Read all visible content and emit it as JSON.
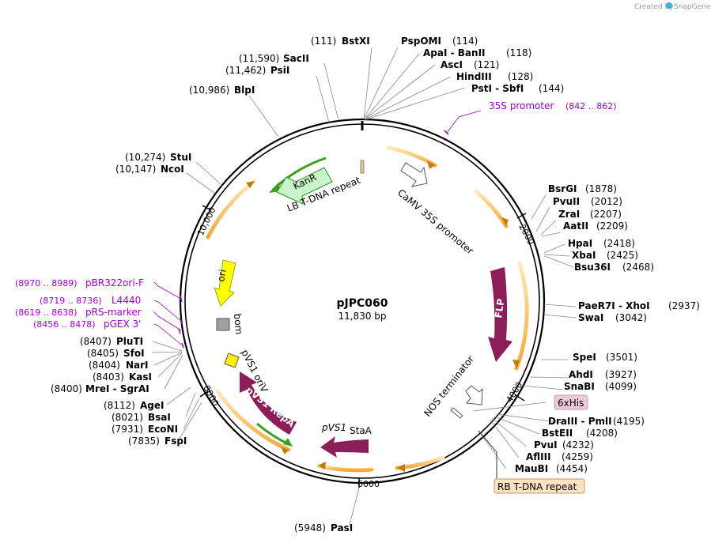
{
  "credit": "Created by",
  "brand": "SnapGene",
  "plasmid": {
    "name": "pJPC060",
    "size": "11,830 bp"
  },
  "ticks": [
    "2000",
    "4000",
    "6000",
    "8000",
    "10,000"
  ],
  "sites": [
    {
      "name": "BstXI",
      "pos": "(111)"
    },
    {
      "name": "PspOMI",
      "pos": "(114)"
    },
    {
      "name": "ApaI - BanII",
      "pos": "(118)"
    },
    {
      "name": "AscI",
      "pos": "(121)"
    },
    {
      "name": "HindIII",
      "pos": "(128)"
    },
    {
      "name": "PstI - SbfI",
      "pos": "(144)"
    },
    {
      "name": "SacII",
      "pos": "(11,590)"
    },
    {
      "name": "PsiI",
      "pos": "(11,462)"
    },
    {
      "name": "BlpI",
      "pos": "(10,986)"
    },
    {
      "name": "StuI",
      "pos": "(10,274)"
    },
    {
      "name": "NcoI",
      "pos": "(10,147)"
    },
    {
      "name": "BsrGI",
      "pos": "(1878)"
    },
    {
      "name": "PvuII",
      "pos": "(2012)"
    },
    {
      "name": "ZraI",
      "pos": "(2207)"
    },
    {
      "name": "AatII",
      "pos": "(2209)"
    },
    {
      "name": "HpaI",
      "pos": "(2418)"
    },
    {
      "name": "XbaI",
      "pos": "(2425)"
    },
    {
      "name": "Bsu36I",
      "pos": "(2468)"
    },
    {
      "name": "PaeR7I - XhoI",
      "pos": "(2937)"
    },
    {
      "name": "SwaI",
      "pos": "(3042)"
    },
    {
      "name": "SpeI",
      "pos": "(3501)"
    },
    {
      "name": "AhdI",
      "pos": "(3927)"
    },
    {
      "name": "SnaBI",
      "pos": "(4099)"
    },
    {
      "name": "DraIII - PmlI",
      "pos": "(4195)"
    },
    {
      "name": "BstEII",
      "pos": "(4208)"
    },
    {
      "name": "PvuI",
      "pos": "(4232)"
    },
    {
      "name": "AflIII",
      "pos": "(4259)"
    },
    {
      "name": "MauBI",
      "pos": "(4454)"
    },
    {
      "name": "PasI",
      "pos": "(5948)"
    },
    {
      "name": "FspI",
      "pos": "(7835)"
    },
    {
      "name": "EcoNI",
      "pos": "(7931)"
    },
    {
      "name": "BsaI",
      "pos": "(8021)"
    },
    {
      "name": "AgeI",
      "pos": "(8112)"
    },
    {
      "name": "MreI - SgrAI",
      "pos": "(8400)"
    },
    {
      "name": "KasI",
      "pos": "(8403)"
    },
    {
      "name": "NarI",
      "pos": "(8404)"
    },
    {
      "name": "SfoI",
      "pos": "(8405)"
    },
    {
      "name": "PluTI",
      "pos": "(8407)"
    }
  ],
  "primers": [
    {
      "name": "35S promoter",
      "range": "(842 .. 862)"
    },
    {
      "name": "pBR322ori-F",
      "range": "(8970 .. 8989)"
    },
    {
      "name": "L4440",
      "range": "(8719 .. 8736)"
    },
    {
      "name": "pRS-marker",
      "range": "(8619 .. 8638)"
    },
    {
      "name": "pGEX 3'",
      "range": "(8456 .. 8478)"
    }
  ],
  "features": {
    "kanr": "KanR",
    "lb_repeat": "LB T-DNA repeat",
    "camv": "CaMV 35S promoter",
    "flp": "FLP",
    "nos": "NOS terminator",
    "his": "6xHis",
    "rb_repeat": "RB T-DNA repeat",
    "stat_italic": "pVS1",
    "stat_rest": " StaA",
    "repa": "pVS1 RepA",
    "oriv": "pVS1 oriV",
    "ori": "ori",
    "bom": "bom"
  },
  "colors": {
    "orf": "#f5b041",
    "kanr": "#c8f5c8",
    "kanr_stroke": "#2e8b2e",
    "green_arrow": "#3aa01e",
    "protein": "#8c1f5a",
    "ori": "#ffff00",
    "bom": "#a0a0a0",
    "oriv": "#ffee00",
    "primer": "#a000c8",
    "his": "#f0c8dc",
    "rb_box": "#fde2c4"
  }
}
